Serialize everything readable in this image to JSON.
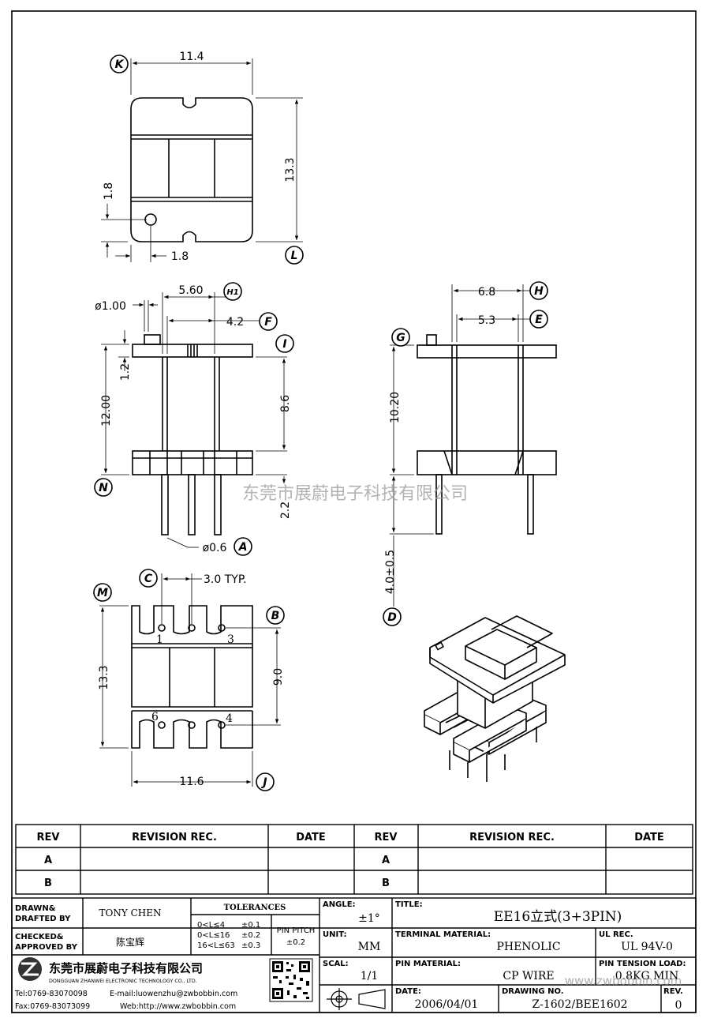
{
  "drawing": {
    "dims": {
      "top_width": "11.4",
      "top_height": "13.3",
      "top_pin_y": "1.8",
      "top_pin_x": "1.8",
      "front_pin_dia": "ø1.00",
      "front_560": "5.60",
      "front_42": "4.2",
      "front_12": "1.2",
      "front_1200": "12.00",
      "front_86": "8.6",
      "front_22": "2.2",
      "front_pin06": "ø0.6",
      "side_68": "6.8",
      "side_53": "5.3",
      "side_1020": "10.20",
      "side_40": "4.0±0.5",
      "bot_pitch": "3.0  TYP.",
      "bot_133": "13.3",
      "bot_90": "9.0",
      "bot_116": "11.6",
      "pin1": "1",
      "pin3": "3",
      "pin4": "4",
      "pin6": "6"
    },
    "callouts": {
      "K": "K",
      "L": "L",
      "H1": "H1",
      "F": "F",
      "I": "I",
      "N": "N",
      "A": "A",
      "G": "G",
      "H": "H",
      "E": "E",
      "D": "D",
      "C": "C",
      "M": "M",
      "B": "B",
      "J": "J"
    },
    "watermark": "东莞市展蔚电子科技有限公司"
  },
  "revision": {
    "headers": [
      "REV",
      "REVISION REC.",
      "DATE",
      "REV",
      "REVISION REC.",
      "DATE"
    ],
    "rows": [
      [
        "A",
        "",
        "",
        "A",
        "",
        ""
      ],
      [
        "B",
        "",
        "",
        "B",
        "",
        ""
      ]
    ]
  },
  "titleblock": {
    "drawn_label": "DRAWN&\nDRAFTED BY",
    "drawn_l1": "DRAWN&",
    "drawn_l2": "DRAFTED BY",
    "drawn_value": "TONY CHEN",
    "checked_l1": "CHECKED&",
    "checked_l2": "APPROVED BY",
    "checked_value": "陈宝辉",
    "tolerances_label": "TOLERANCES",
    "tol_rows": [
      [
        "0<L≤4",
        "±0.1"
      ],
      [
        "0<L≤16",
        "±0.2"
      ],
      [
        "16<L≤63",
        "±0.3"
      ]
    ],
    "pitch_l1": "PIN PITCH",
    "pitch_l2": "±0.2",
    "angle_label": "ANGLE:",
    "angle_value": "±1°",
    "unit_label": "UNIT:",
    "unit_value": "MM",
    "scal_label": "SCAL:",
    "scal_value": "1/1",
    "title_label": "TITLE:",
    "title_value": "EE16立式(3+3PIN)",
    "terminal_label": "TERMINAL MATERIAL:",
    "terminal_value": "PHENOLIC",
    "ul_label": "UL REC.",
    "ul_value": "UL 94V-0",
    "pinmat_label": "PIN MATERIAL:",
    "pinmat_value": "CP WIRE",
    "tension_label": "PIN TENSION LOAD:",
    "tension_value": "0.8KG MIN",
    "date_label": "DATE:",
    "date_value": "2006/04/01",
    "drawing_label": "DRAWING NO.",
    "drawing_value": "Z-1602/BEE1602",
    "rev_label": "REV.",
    "rev_value": "0",
    "company_cn": "东莞市展蔚电子科技有限公司",
    "company_en": "DONGGUAN ZHANWEI ELECTRONIC TECHNOLOGY CO., LTD.",
    "tel": "Tel:0769-83070098",
    "email": "E-mail:luowenzhu@zwbobbin.com",
    "fax": "Fax:0769-83073099",
    "web": "Web:http://www.zwbobbin.com",
    "url_watermark": "www.zwbobbin.com"
  },
  "colors": {
    "line": "#000000",
    "watermark": "#9a9a9a"
  }
}
